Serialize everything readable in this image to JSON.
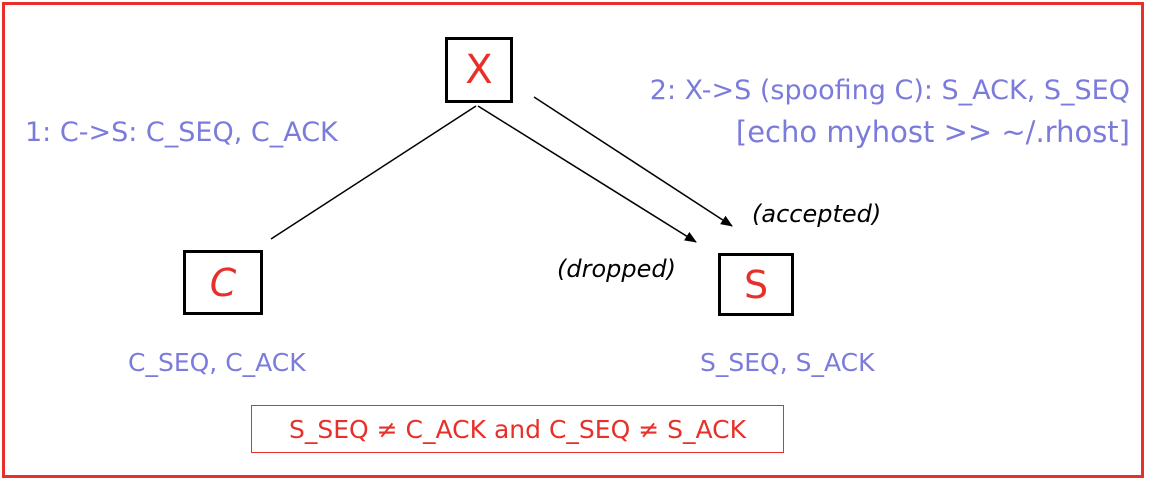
{
  "nodes": {
    "x": "X",
    "c": "C",
    "s": "S"
  },
  "labels": {
    "step1": "1: C->S: C_SEQ, C_ACK",
    "step2_line1": "2: X->S (spoofing C): S_ACK, S_SEQ",
    "step2_line2": "[echo myhost >> ~/.rhost]",
    "accepted": "(accepted)",
    "dropped": "(dropped)",
    "c_state": "C_SEQ, C_ACK",
    "s_state": "S_SEQ, S_ACK",
    "condition": "S_SEQ ≠ C_ACK and C_SEQ ≠ S_ACK"
  },
  "colors": {
    "frame": "#e8302a",
    "node_text": "#e8302a",
    "label_text": "#7b7bdc",
    "note_text": "#000000",
    "edge": "#000000"
  }
}
